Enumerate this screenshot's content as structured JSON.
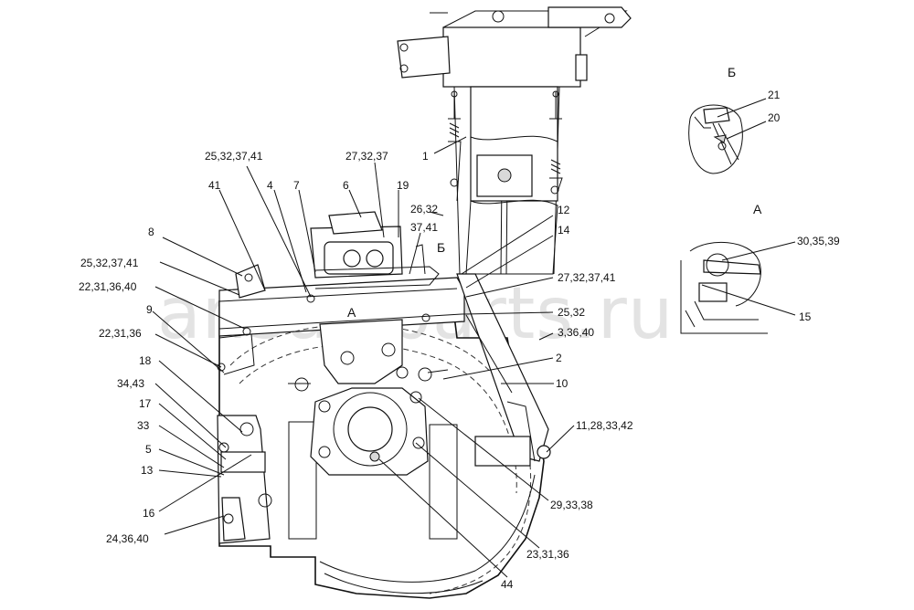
{
  "watermark": "ansat-parts.ru",
  "views": {
    "view_b": "Б",
    "view_a": "А",
    "section_a_main": "А",
    "section_b_main": "Б"
  },
  "callouts": [
    {
      "id": "c21",
      "text": "21"
    },
    {
      "id": "c20",
      "text": "20"
    },
    {
      "id": "c1",
      "text": "1"
    },
    {
      "id": "c25_32_37_41_top",
      "text": "25,32,37,41"
    },
    {
      "id": "c27_32_37",
      "text": "27,32,37"
    },
    {
      "id": "c41",
      "text": "41"
    },
    {
      "id": "c4",
      "text": "4"
    },
    {
      "id": "c7",
      "text": "7"
    },
    {
      "id": "c6",
      "text": "6"
    },
    {
      "id": "c19",
      "text": "19"
    },
    {
      "id": "c26_32",
      "text": "26,32"
    },
    {
      "id": "c37_41",
      "text": "37,41"
    },
    {
      "id": "c12",
      "text": "12"
    },
    {
      "id": "c14",
      "text": "14"
    },
    {
      "id": "c8",
      "text": "8"
    },
    {
      "id": "c25_32_37_41_left",
      "text": "25,32,37,41"
    },
    {
      "id": "c22_31_36_40",
      "text": "22,31,36,40"
    },
    {
      "id": "c9",
      "text": "9"
    },
    {
      "id": "c22_31_36",
      "text": "22,31,36"
    },
    {
      "id": "c27_32_37_41",
      "text": "27,32,37,41"
    },
    {
      "id": "c25_32",
      "text": "25,32"
    },
    {
      "id": "c3_36_40",
      "text": "3,36,40"
    },
    {
      "id": "c30_35_39",
      "text": "30,35,39"
    },
    {
      "id": "c15",
      "text": "15"
    },
    {
      "id": "c2",
      "text": "2"
    },
    {
      "id": "c10",
      "text": "10"
    },
    {
      "id": "c18",
      "text": "18"
    },
    {
      "id": "c34_43",
      "text": "34,43"
    },
    {
      "id": "c17",
      "text": "17"
    },
    {
      "id": "c33",
      "text": "33"
    },
    {
      "id": "c5",
      "text": "5"
    },
    {
      "id": "c13",
      "text": "13"
    },
    {
      "id": "c11_28_33_42",
      "text": "11,28,33,42"
    },
    {
      "id": "c16",
      "text": "16"
    },
    {
      "id": "c29_33_38",
      "text": "29,33,38"
    },
    {
      "id": "c24_36_40",
      "text": "24,36,40"
    },
    {
      "id": "c23_31_36",
      "text": "23,31,36"
    },
    {
      "id": "c44",
      "text": "44"
    }
  ]
}
